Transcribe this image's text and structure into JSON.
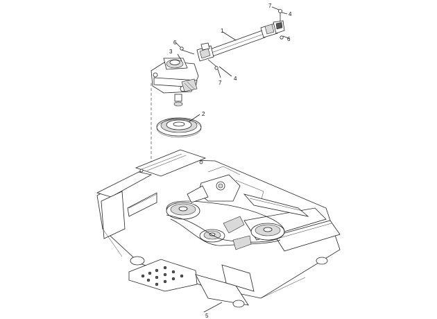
{
  "diagram": {
    "callouts": {
      "c1": "1",
      "c2": "2",
      "c3": "3",
      "c4a": "4",
      "c4b": "4",
      "c5": "5",
      "c6a": "6",
      "c6b": "6",
      "c7a": "7",
      "c7b": "7"
    },
    "colors": {
      "line": "#222222",
      "shade": "#d9d9d9",
      "background": "#ffffff"
    }
  }
}
